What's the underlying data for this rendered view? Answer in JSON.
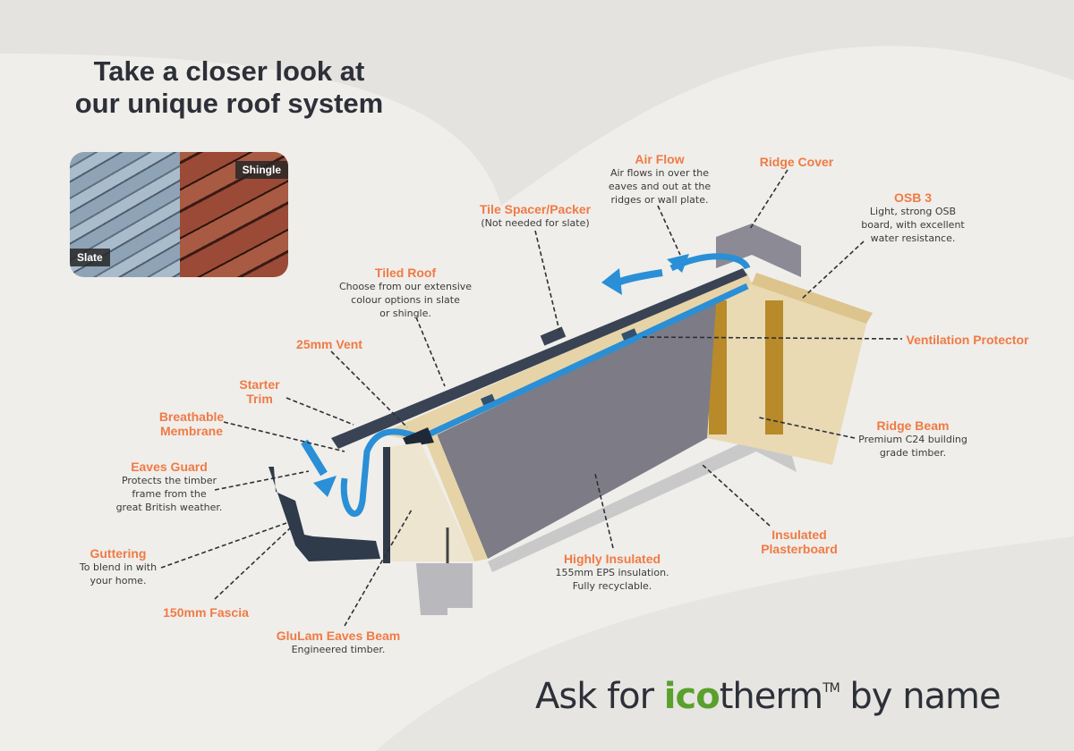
{
  "title": {
    "line1": "Take a closer look at",
    "line2": "our unique roof system"
  },
  "photos": {
    "slate": "Slate",
    "shingle": "Shingle"
  },
  "labels": {
    "air_flow": {
      "heading": "Air Flow",
      "desc": [
        "Air flows in over the",
        "eaves and out at the",
        "ridges or wall plate."
      ]
    },
    "ridge_cover": {
      "heading": "Ridge Cover"
    },
    "osb3": {
      "heading": "OSB 3",
      "desc": [
        "Light, strong OSB",
        "board, with excellent",
        "water resistance."
      ]
    },
    "tile_spacer": {
      "heading": "Tile Spacer/Packer",
      "desc": [
        "(Not needed for slate)"
      ]
    },
    "tiled_roof": {
      "heading": "Tiled Roof",
      "desc": [
        "Choose from our extensive",
        "colour options in slate",
        "or shingle."
      ]
    },
    "vent": {
      "heading": "25mm Vent"
    },
    "starter_trim": {
      "heading": [
        "Starter",
        "Trim"
      ]
    },
    "membrane": {
      "heading": [
        "Breathable",
        "Membrane"
      ]
    },
    "eaves_guard": {
      "heading": "Eaves Guard",
      "desc": [
        "Protects the timber",
        "frame from the",
        "great British weather."
      ]
    },
    "guttering": {
      "heading": "Guttering",
      "desc": [
        "To blend in with",
        "your home."
      ]
    },
    "fascia": {
      "heading": "150mm Fascia"
    },
    "glulam": {
      "heading": "GluLam Eaves Beam",
      "desc": [
        "Engineered timber."
      ]
    },
    "insulated": {
      "heading": "Highly Insulated",
      "desc": [
        "155mm EPS insulation.",
        "Fully recyclable."
      ]
    },
    "plasterboard": {
      "heading": [
        "Insulated",
        "Plasterboard"
      ]
    },
    "ridge_beam": {
      "heading": "Ridge Beam",
      "desc": [
        "Premium C24 building",
        "grade timber."
      ]
    },
    "vent_protector": {
      "heading": "Ventilation Protector"
    }
  },
  "brand": {
    "prefix": "Ask for ",
    "ico": "ico",
    "therm": "therm",
    "tm": "TM",
    "suffix": " by name"
  },
  "colors": {
    "accent": "#f07a45",
    "airflow": "#2a8fd6",
    "brand_green": "#5aa02c"
  }
}
